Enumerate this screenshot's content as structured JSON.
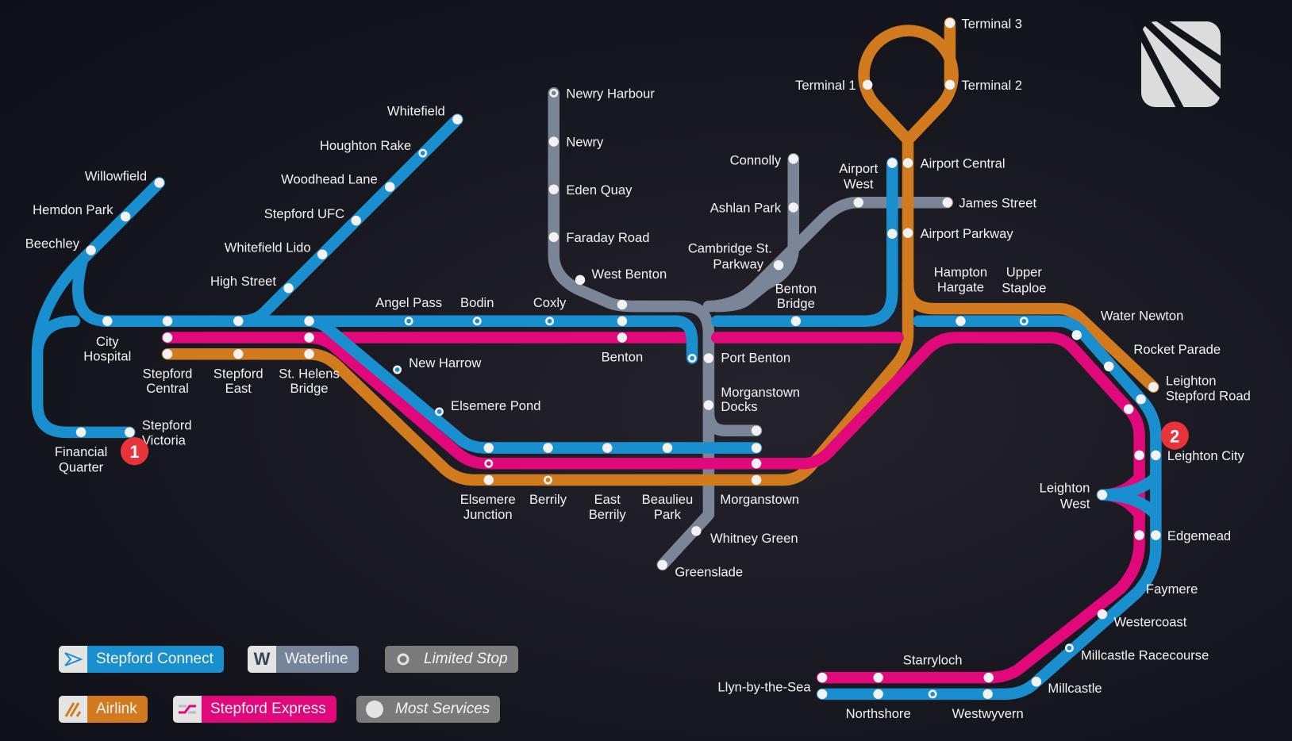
{
  "lines": {
    "stepford_connect": {
      "name": "Stepford Connect",
      "color": "#1a8fd0"
    },
    "waterline": {
      "name": "Waterline",
      "color": "#7a8598"
    },
    "airlink": {
      "name": "Airlink",
      "color": "#d27a1e"
    },
    "stepford_express": {
      "name": "Stepford Express",
      "color": "#e0087a"
    }
  },
  "legend": {
    "stepford_connect": "Stepford Connect",
    "waterline": "Waterline",
    "limited_stop": "Limited Stop",
    "airlink": "Airlink",
    "stepford_express": "Stepford Express",
    "most_services": "Most Services",
    "waterline_icon_letter": "W"
  },
  "markers": {
    "one": "1",
    "two": "2"
  },
  "stations": {
    "whitefield": "Whitefield",
    "houghton_rake": "Houghton Rake",
    "woodhead_lane": "Woodhead Lane",
    "stepford_ufc": "Stepford UFC",
    "whitefield_lido": "Whitefield Lido",
    "high_street": "High Street",
    "willowfield": "Willowfield",
    "hemdon_park": "Hemdon Park",
    "beechley": "Beechley",
    "city_hospital_1": "City",
    "city_hospital_2": "Hospital",
    "stepford_central_1": "Stepford",
    "stepford_central_2": "Central",
    "stepford_east_1": "Stepford",
    "stepford_east_2": "East",
    "st_helens_1": "St. Helens",
    "st_helens_2": "Bridge",
    "stepford_victoria_1": "Stepford",
    "stepford_victoria_2": "Victoria",
    "financial_quarter_1": "Financial",
    "financial_quarter_2": "Quarter",
    "angel_pass": "Angel Pass",
    "bodin": "Bodin",
    "coxly": "Coxly",
    "new_harrow": "New Harrow",
    "elsemere_pond": "Elsemere Pond",
    "benton": "Benton",
    "port_benton": "Port Benton",
    "morganstown_docks_1": "Morganstown",
    "morganstown_docks_2": "Docks",
    "elsemere_junction_1": "Elsemere",
    "elsemere_junction_2": "Junction",
    "berrily": "Berrily",
    "east_berrily_1": "East",
    "east_berrily_2": "Berrily",
    "beaulieu_park_1": "Beaulieu",
    "beaulieu_park_2": "Park",
    "morganstown": "Morganstown",
    "whitney_green": "Whitney Green",
    "greenslade": "Greenslade",
    "newry_harbour": "Newry Harbour",
    "newry": "Newry",
    "eden_quay": "Eden Quay",
    "faraday_road": "Faraday Road",
    "west_benton": "West Benton",
    "connolly": "Connolly",
    "ashlan_park": "Ashlan Park",
    "cambridge_1": "Cambridge St.",
    "cambridge_2": "Parkway",
    "benton_bridge_1": "Benton",
    "benton_bridge_2": "Bridge",
    "airport_west_1": "Airport",
    "airport_west_2": "West",
    "airport_central": "Airport Central",
    "james_street": "James Street",
    "airport_parkway": "Airport Parkway",
    "terminal_1": "Terminal 1",
    "terminal_2": "Terminal 2",
    "terminal_3": "Terminal 3",
    "hampton_hargate_1": "Hampton",
    "hampton_hargate_2": "Hargate",
    "upper_staploe_1": "Upper",
    "upper_staploe_2": "Staploe",
    "water_newton": "Water Newton",
    "rocket_parade": "Rocket Parade",
    "leighton_stepford_road_1": "Leighton",
    "leighton_stepford_road_2": "Stepford Road",
    "leighton_city": "Leighton City",
    "leighton_west_1": "Leighton",
    "leighton_west_2": "West",
    "edgemead": "Edgemead",
    "faymere": "Faymere",
    "westercoast": "Westercoast",
    "millcastle_racecourse": "Millcastle Racecourse",
    "millcastle": "Millcastle",
    "starryloch": "Starryloch",
    "llyn_by_the_sea": "Llyn-by-the-Sea",
    "northshore": "Northshore",
    "westwyvern": "Westwyvern"
  }
}
